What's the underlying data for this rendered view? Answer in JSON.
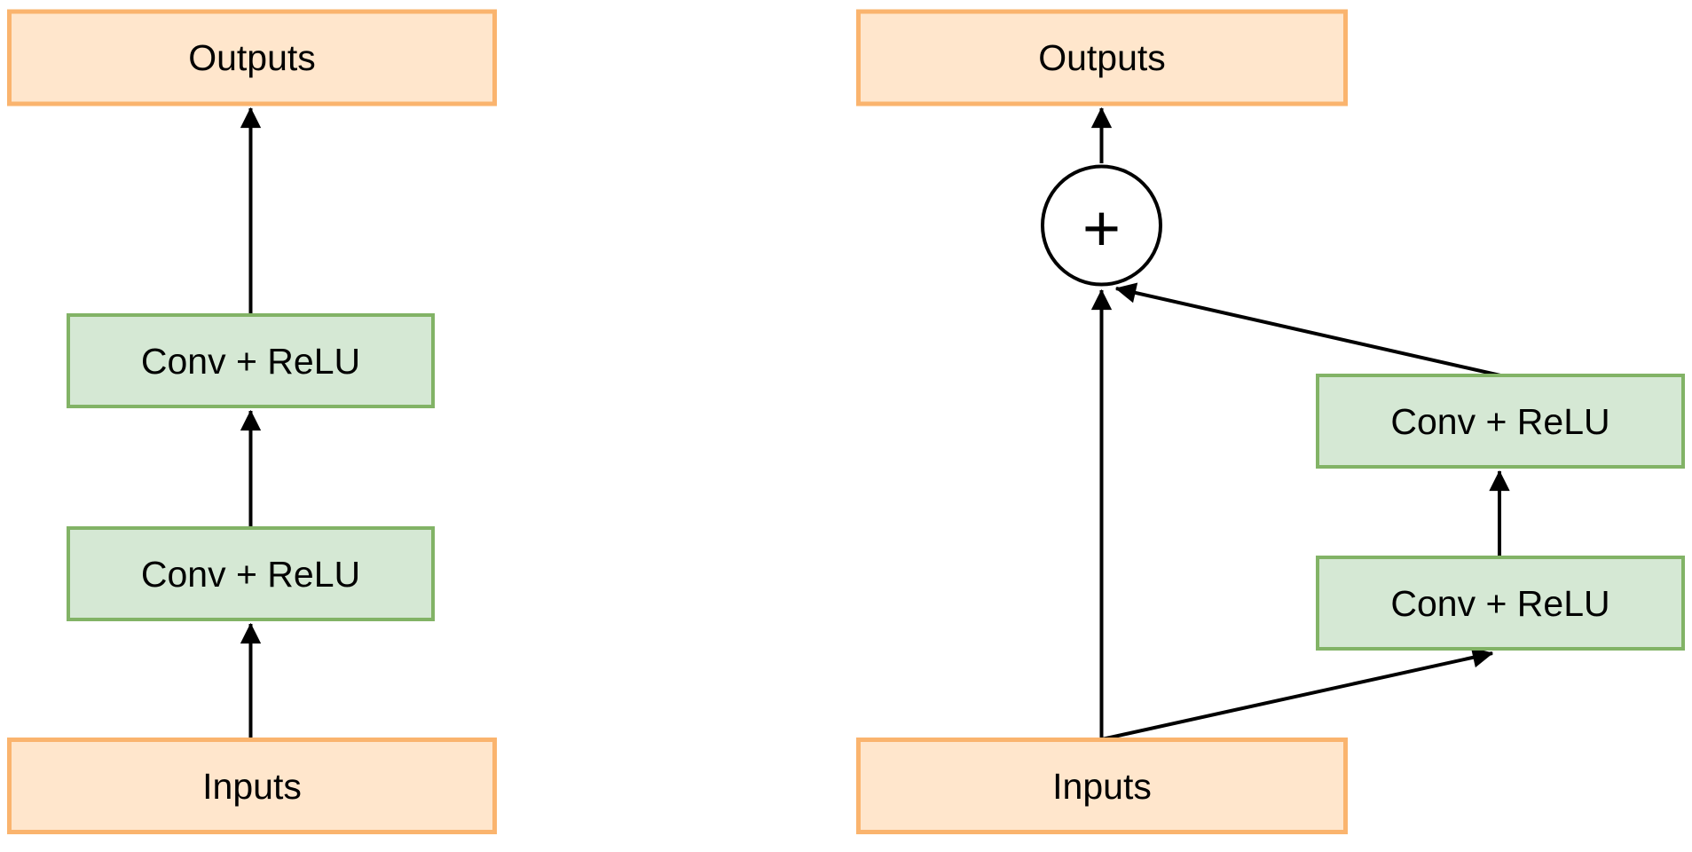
{
  "colors": {
    "background": "#ffffff",
    "box_orange_fill": "#ffe6cc",
    "box_orange_stroke": "#fab46e",
    "box_green_fill": "#d5e8d4",
    "box_green_stroke": "#82b366",
    "line": "#000000",
    "text": "#000000"
  },
  "plain_network": {
    "outputs_label": "Outputs",
    "conv_blocks": [
      "Conv + ReLU",
      "Conv + ReLU"
    ],
    "inputs_label": "Inputs"
  },
  "residual_network": {
    "outputs_label": "Outputs",
    "sum_label": "+",
    "conv_blocks": [
      "Conv + ReLU",
      "Conv + ReLU"
    ],
    "inputs_label": "Inputs"
  }
}
